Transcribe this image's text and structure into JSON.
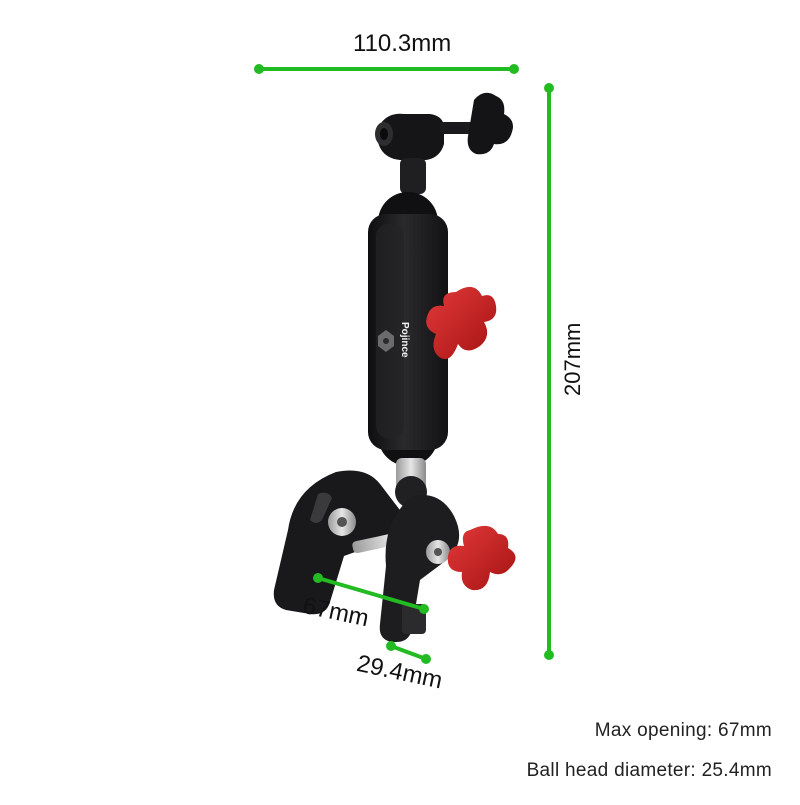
{
  "dimensions": {
    "width": "110.3mm",
    "height": "207mm",
    "opening": "67mm",
    "ball_width": "29.4mm"
  },
  "specs": {
    "max_opening": "Max opening: 67mm",
    "ball_head_diameter": "Ball head diameter: 25.4mm"
  },
  "product": {
    "brand": "Pojince"
  },
  "colors": {
    "dimension_line": "#22bb22",
    "body": "#1c1c1e",
    "knob": "#c81e1e"
  }
}
